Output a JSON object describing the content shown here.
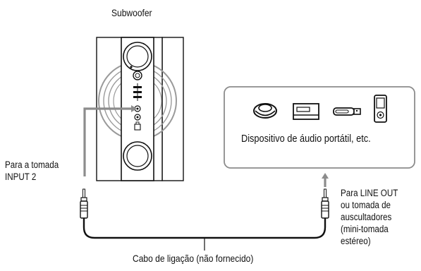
{
  "labels": {
    "subwoofer": "Subwoofer",
    "input_line1": "Para a tomada",
    "input_line2": "INPUT 2",
    "devices_caption": "Dispositivo de áudio portátil, etc.",
    "lineout_line1": "Para LINE OUT",
    "lineout_line2": "ou tomada de",
    "lineout_line3": "auscultadores",
    "lineout_line4": "(mini-tomada",
    "lineout_line5": "estéreo)",
    "cable": "Cabo de ligação (não fornecido)"
  },
  "icons": [
    "cd-player-icon",
    "md-player-icon",
    "usb-stick-icon",
    "walkman-icon"
  ],
  "colors": {
    "line": "#111111",
    "arrow": "#8c8c8c",
    "speaker_gray": "#9a9a9a",
    "box_border": "#8c8c8c"
  }
}
